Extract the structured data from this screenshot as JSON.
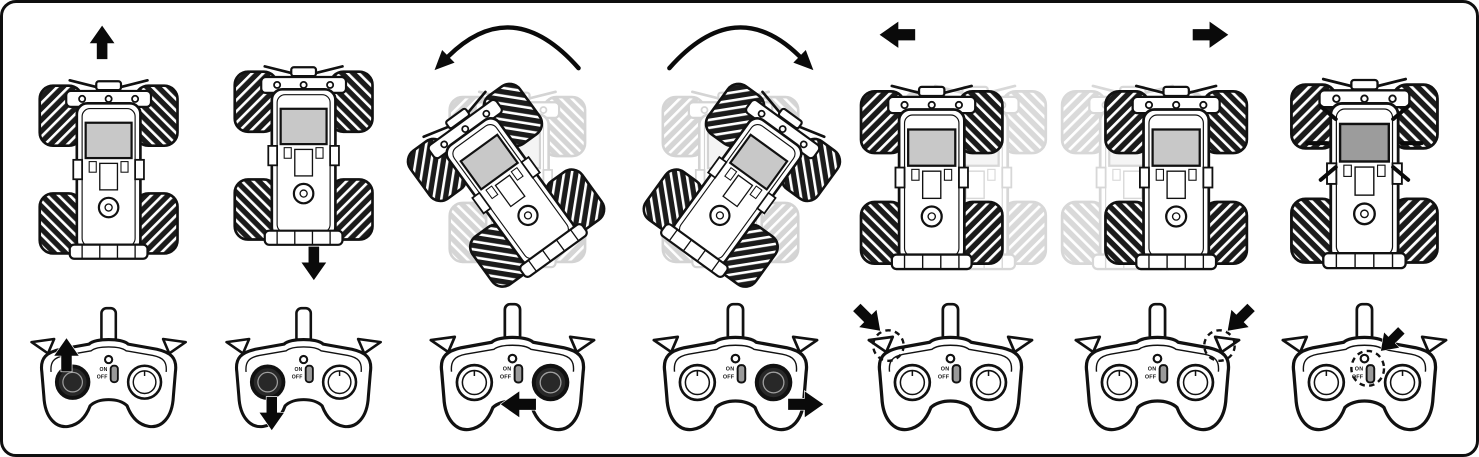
{
  "diagram": {
    "controller": {
      "on_label": "ON",
      "off_label": "OFF"
    },
    "colors": {
      "ink": "#0f0f0f",
      "cab_gray": "#c8c8c8",
      "cab_highlight": "#9c9c9c"
    },
    "panels": [
      {
        "name": "drive-forward",
        "car_indicator": "up-arrow-icon",
        "controller_indicator": "left-stick-up"
      },
      {
        "name": "drive-backward",
        "car_indicator": "down-arrow-icon",
        "controller_indicator": "left-stick-down"
      },
      {
        "name": "spin-counterclockwise",
        "car_indicator": "curved-ccw-arrow-icon",
        "controller_indicator": "right-stick-left"
      },
      {
        "name": "spin-clockwise",
        "car_indicator": "curved-cw-arrow-icon",
        "controller_indicator": "right-stick-right"
      },
      {
        "name": "slide-left",
        "car_indicator": "left-arrow-icon",
        "controller_indicator": "left-shoulder-press"
      },
      {
        "name": "slide-right",
        "car_indicator": "right-arrow-icon",
        "controller_indicator": "right-shoulder-press"
      },
      {
        "name": "flash-mode",
        "car_indicator": "radiating-lines-icon",
        "controller_indicator": "power-switch-press"
      }
    ]
  }
}
